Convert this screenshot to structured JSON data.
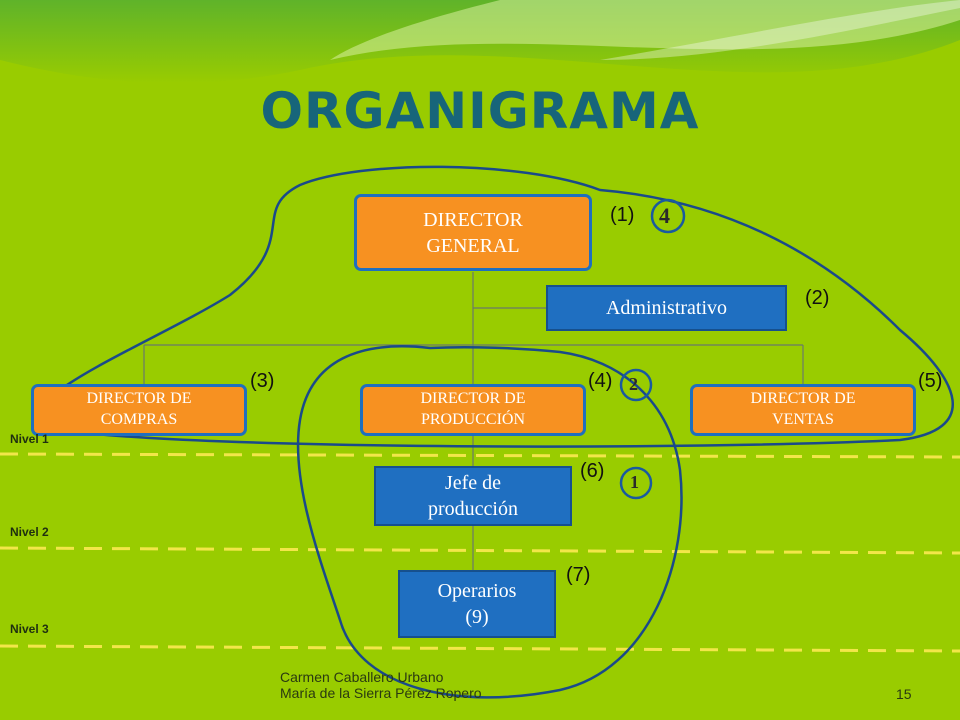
{
  "slide": {
    "title": "ORGANIGRAMA",
    "page_number": "15"
  },
  "nodes": {
    "director_general": {
      "line1": "DIRECTOR",
      "line2": "GENERAL"
    },
    "administrativo": "Administrativo",
    "director_compras": {
      "line1": "DIRECTOR DE",
      "line2": "COMPRAS"
    },
    "director_produccion": {
      "line1": "DIRECTOR  DE",
      "line2": "PRODUCCIÓN"
    },
    "director_ventas": {
      "line1": "DIRECTOR  DE",
      "line2": "VENTAS"
    },
    "jefe_produccion": {
      "line1": "Jefe de",
      "line2": "producción"
    },
    "operarios": {
      "line1": "Operarios",
      "line2": "(9)"
    }
  },
  "annotations": {
    "a1": "(1)",
    "a2": "(2)",
    "a3": "(3)",
    "a4": "(4)",
    "a5": "(5)",
    "a6": "(6)",
    "a7": "(7)"
  },
  "circled_numbers": {
    "n4": "4",
    "n2": "2",
    "n1": "1"
  },
  "levels": {
    "nivel1": "Nivel 1",
    "nivel2": "Nivel 2",
    "nivel3": "Nivel 3"
  },
  "footer": {
    "line1": "Carmen Caballero Urbano",
    "line2": "María de la Sierra Pérez Ropero"
  },
  "colors": {
    "background": "#99cc00",
    "title": "#17657a",
    "orange_box": "#f79121",
    "blue_box": "#1f6fc1",
    "ellipse_stroke": "#1a4a8a",
    "level_line": "#f2e64a"
  }
}
